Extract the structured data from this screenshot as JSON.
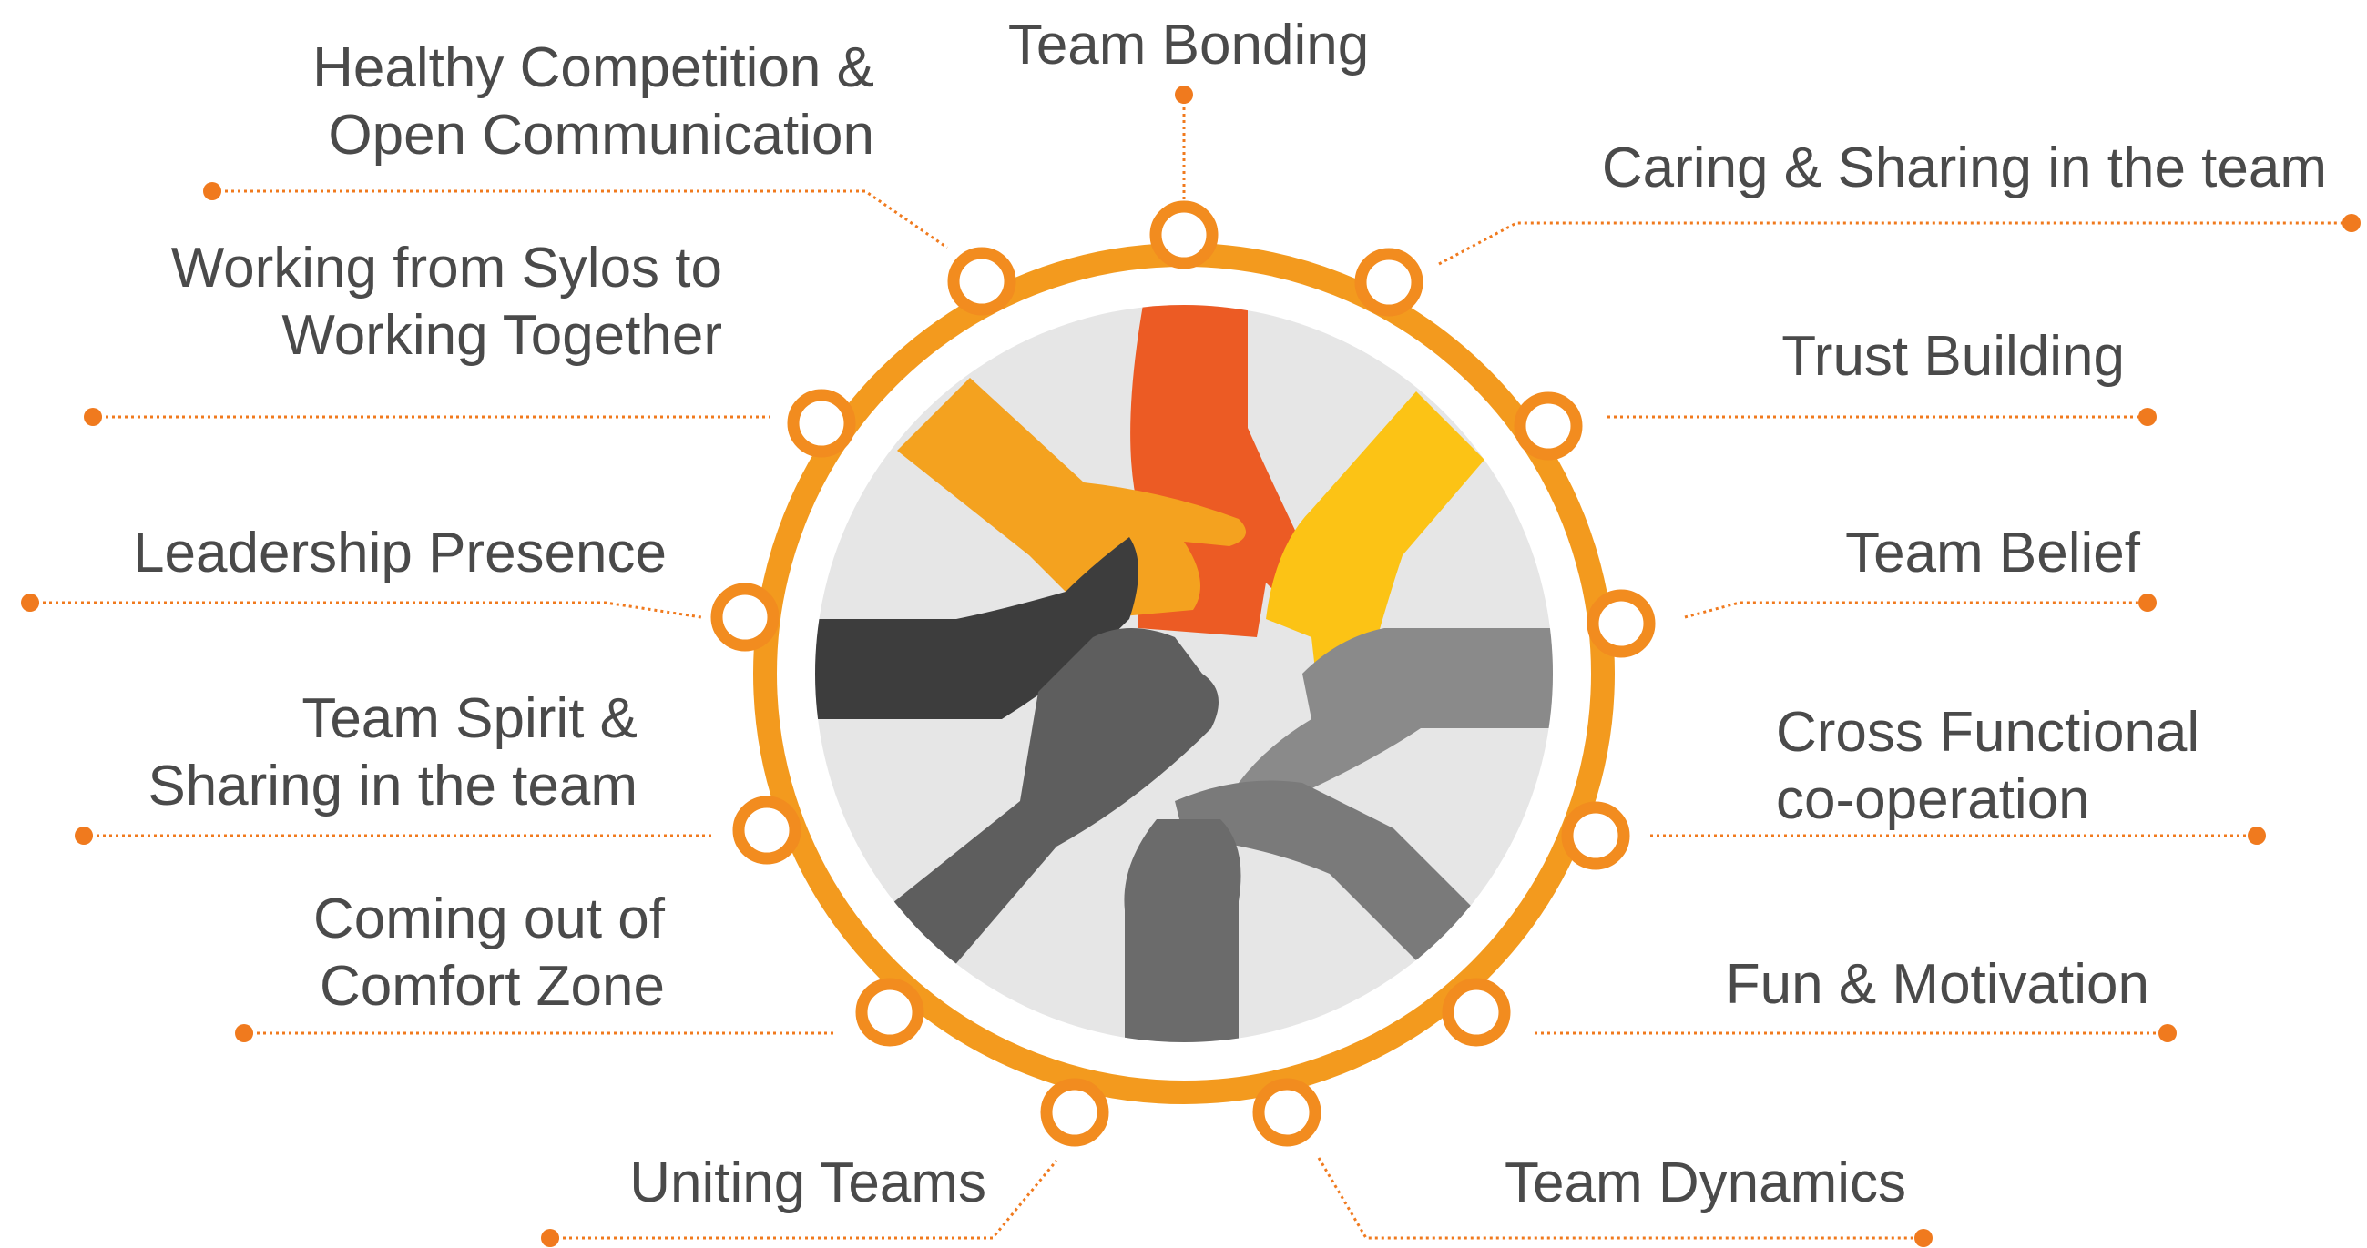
{
  "colors": {
    "accent": "#f39a1e",
    "ring_accent": "#f28c1f",
    "dot_line": "#f07a1e",
    "text": "#4a4a4a",
    "disc": "#e6e6e6",
    "hand_red": "#ec5b24",
    "hand_orange": "#f4a21f",
    "hand_yellow": "#fcc315",
    "hand_dark": "#3d3d3d",
    "hand_grey": "#5e5e5e",
    "hand_light": "#8a8a8a"
  },
  "center_image": {
    "icon": "stacked-hands-icon"
  },
  "labels": [
    {
      "id": "team-bonding",
      "lines": [
        "Team Bonding"
      ]
    },
    {
      "id": "healthy-competition",
      "lines": [
        "Healthy Competition &",
        "Open Communication"
      ]
    },
    {
      "id": "caring-sharing",
      "lines": [
        "Caring & Sharing in the team"
      ]
    },
    {
      "id": "working-together",
      "lines": [
        "Working from Sylos to",
        "Working Together"
      ]
    },
    {
      "id": "trust-building",
      "lines": [
        "Trust Building"
      ]
    },
    {
      "id": "leadership-presence",
      "lines": [
        "Leadership Presence"
      ]
    },
    {
      "id": "team-belief",
      "lines": [
        "Team Belief"
      ]
    },
    {
      "id": "team-spirit",
      "lines": [
        "Team Spirit &",
        "Sharing in the team"
      ]
    },
    {
      "id": "cross-functional",
      "lines": [
        "Cross Functional",
        "co-operation"
      ]
    },
    {
      "id": "comfort-zone",
      "lines": [
        "Coming out of",
        "Comfort Zone"
      ]
    },
    {
      "id": "fun-motivation",
      "lines": [
        "Fun & Motivation"
      ]
    },
    {
      "id": "uniting-teams",
      "lines": [
        "Uniting Teams"
      ]
    },
    {
      "id": "team-dynamics",
      "lines": [
        "Team Dynamics"
      ]
    }
  ]
}
